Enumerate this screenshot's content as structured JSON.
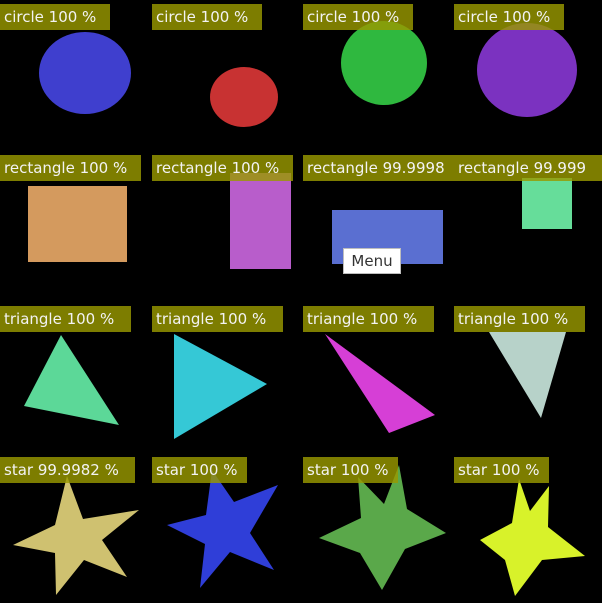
{
  "colors": {
    "background": "#000000",
    "label_bg": "#999900"
  },
  "detections": [
    {
      "text": "circle 100 %",
      "shape": "circle",
      "color": "#3f3fce"
    },
    {
      "text": "circle 100 %",
      "shape": "circle",
      "color": "#c83232"
    },
    {
      "text": "circle 100 %",
      "shape": "circle",
      "color": "#2fb83f"
    },
    {
      "text": "circle 100 %",
      "shape": "circle",
      "color": "#7b32c0"
    },
    {
      "text": "rectangle 100 %",
      "shape": "rectangle",
      "color": "#d49a5e"
    },
    {
      "text": "rectangle 100 %",
      "shape": "rectangle",
      "color": "#b85dcb"
    },
    {
      "text": "rectangle 99.9998",
      "shape": "rectangle",
      "color": "#5a6fd1"
    },
    {
      "text": "rectangle 99.999",
      "shape": "rectangle",
      "color": "#66dd9a"
    },
    {
      "text": "triangle 100 %",
      "shape": "triangle",
      "color": "#5cd898"
    },
    {
      "text": "triangle 100 %",
      "shape": "triangle",
      "color": "#35c8d6"
    },
    {
      "text": "triangle 100 %",
      "shape": "triangle",
      "color": "#d63fd6"
    },
    {
      "text": "triangle 100 %",
      "shape": "triangle",
      "color": "#b7d2c9"
    },
    {
      "text": "star 99.9982 %",
      "shape": "star",
      "color": "#cfc170"
    },
    {
      "text": "star 100 %",
      "shape": "star",
      "color": "#2f3ed8"
    },
    {
      "text": "star 100 %",
      "shape": "star",
      "color": "#5aa84a"
    },
    {
      "text": "star 100 %",
      "shape": "star",
      "color": "#d8f22a"
    }
  ],
  "context_menu": {
    "label": "Menu"
  }
}
